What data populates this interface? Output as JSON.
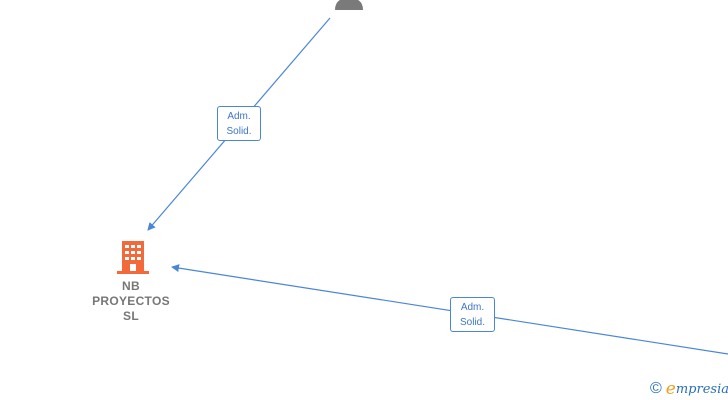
{
  "company": {
    "name_lines": [
      "NB",
      "PROYECTOS",
      "SL"
    ],
    "icon": "building-icon",
    "color": "#f26a3b"
  },
  "person": {
    "icon": "person-icon",
    "color": "#7a7a7a"
  },
  "relations": [
    {
      "lines": [
        "Adm.",
        "Solid."
      ]
    },
    {
      "lines": [
        "Adm.",
        "Solid."
      ]
    }
  ],
  "edge_color": "#4a86d8",
  "brand": {
    "copyright": "©",
    "first_letter": "e",
    "rest": "mpresia"
  }
}
